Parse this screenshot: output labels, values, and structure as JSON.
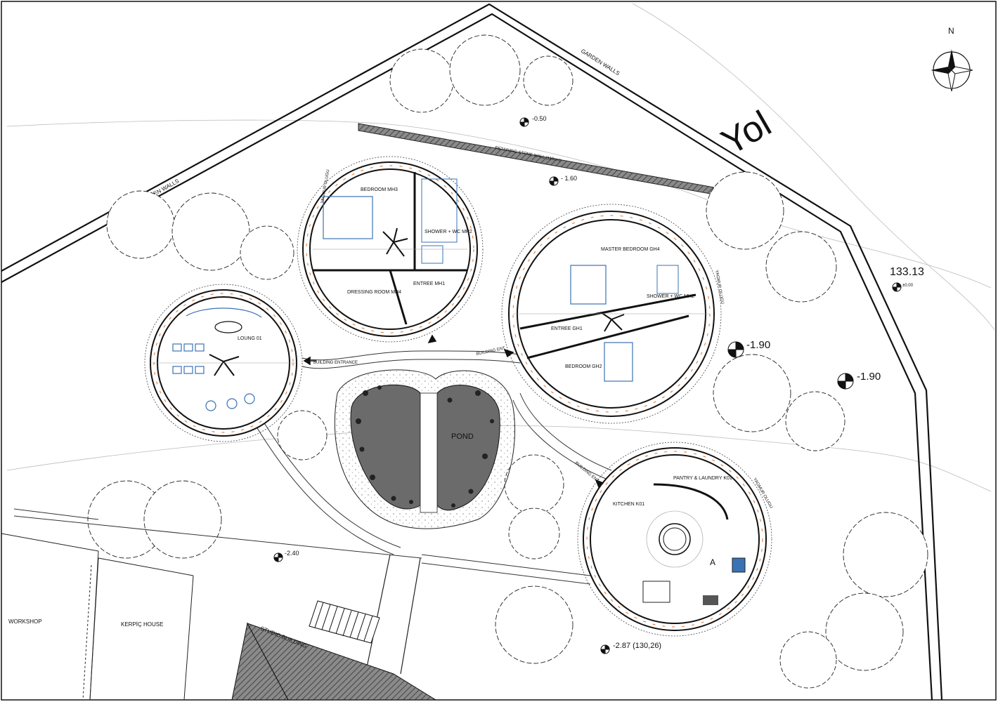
{
  "site_plan": {
    "north_label": "N",
    "road_label": "Yol",
    "garden_walls_label": "GARDEN WALLS",
    "retaining_wall_label": "RETAINING STONE WALL (110cm)",
    "site_elevation": "133.13",
    "site_elevation_ref": "±0.00",
    "levels": {
      "l_050": "-0.50",
      "l_160": "- 1.60",
      "l_190a": "-1.90",
      "l_190b": "-1.90",
      "l_240": "-2.40",
      "l_287": "-2.87 (130,26)"
    },
    "rooms": {
      "bedroom_mh3": "BEDROOM MH3",
      "shower_wc_mh2": "SHOWER + WC MH2",
      "entree_mh1": "ENTREE MH1",
      "dressing_room_mh4": "DRESSING ROOM MH4",
      "master_bedroom_gh4": "MASTER BEDROOM GH4",
      "shower_wc_gh3": "SHOWER + WC MH2",
      "entree_gh1": "ENTREE GH1",
      "bedroom_gh2": "BEDROOM GH2",
      "loung_01": "LOUNG 01",
      "pantry_laundry_k01": "PANTRY & LAUNDRY K01",
      "kitchen_k01": "KITCHEN K01"
    },
    "pond_label": "POND",
    "building_entrance_labels": [
      "BUILDING ENTRANCE",
      "BUILDING ENT",
      "BUILDING ENT"
    ],
    "workshop_label": "WORKSHOP",
    "kerpic_house_label": "KERPİÇ HOUSE",
    "studio_building_label": "STUDIO BUILDING",
    "section_marker": "A",
    "gutter_label": "YAGMUR OLUGU",
    "colors": {
      "line": "#111111",
      "furniture": "#3a73b5",
      "accent": "#e07020",
      "pond": "#6b6b6b",
      "hatch": "#555555"
    }
  }
}
